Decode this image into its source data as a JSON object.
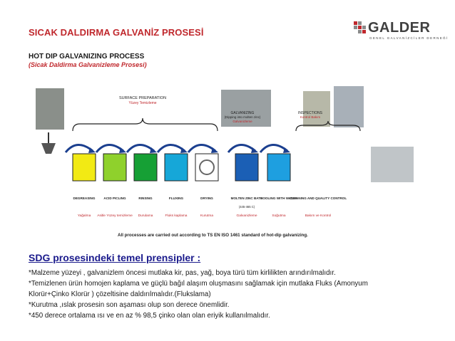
{
  "header": {
    "title": "SICAK DALDIRMA GALVANİZ PROSESİ",
    "logo_name": "GALDER",
    "logo_sub": "GENEL GALVANİZCİLER DERNEĞİ"
  },
  "figure": {
    "title": "HOT DIP GALVANIZING PROCESS",
    "subtitle": "(Sicak Daldirma Galvanizleme Prosesi)",
    "group_surface": {
      "en": "SURFACE PREPARATION",
      "tr": "Yüzey Temizleme"
    },
    "group_galv": {
      "en": "GALVANIZING",
      "en2": "(Dipping into molten zinc)",
      "tr": "Galvanizleme"
    },
    "group_insp": {
      "en": "INSPECTIONS",
      "tr": "Kontrol Bakım"
    },
    "steps": [
      {
        "en": "DEGREASING",
        "tr": "Yağalma",
        "color": "#f2ea14"
      },
      {
        "en": "ACID PICLING",
        "tr": "Asitle Yüzey temizleme",
        "color": "#8fd12c"
      },
      {
        "en": "RINSING",
        "tr": "Durulama",
        "color": "#16a035"
      },
      {
        "en": "FLUXING",
        "tr": "Fluks kaplama",
        "color": "#16a7d8"
      },
      {
        "en": "DRYING",
        "tr": "Kurutma",
        "color": "#ffffff"
      },
      {
        "en": "MOLTEN ZINC BATH",
        "en2": "(445-465 C)",
        "tr": "Galvanizleme",
        "color": "#1b5fb5"
      },
      {
        "en": "COOLING WITH WATER",
        "tr": "Soğutma",
        "color": "#1e9fe0"
      },
      {
        "en": "CLEANING AND QUALITY CONTROL",
        "tr": "Bakım ve Kontrol",
        "color": "#ffffff"
      }
    ],
    "footnote": "All processes are carried out according to TS EN ISO 1461 standard of hot-dip galvanizing."
  },
  "section": {
    "heading": "SDG prosesindeki temel prensipler :",
    "lines": [
      "*Malzeme yüzeyi , galvanizlem öncesi mutlaka kir, pas, yağ, boya türü tüm kirlilikten arındırılmalıdır.",
      "*Temizlenen ürün homojen kaplama ve güçlü bağıl alaşım oluşmasını sağlamak için mutlaka Fluks (Amonyum",
      "Klorür+Çinko Klorür ) çözeltisine daldırılmalıdır.(Flukslama)",
      "*Kurutma ,ıslak prosesin son aşaması olup son derece önemlidir.",
      "*450 derece ortalama ısı ve en az % 98,5 çinko olan olan eriyik kullanılmalıdır."
    ]
  }
}
